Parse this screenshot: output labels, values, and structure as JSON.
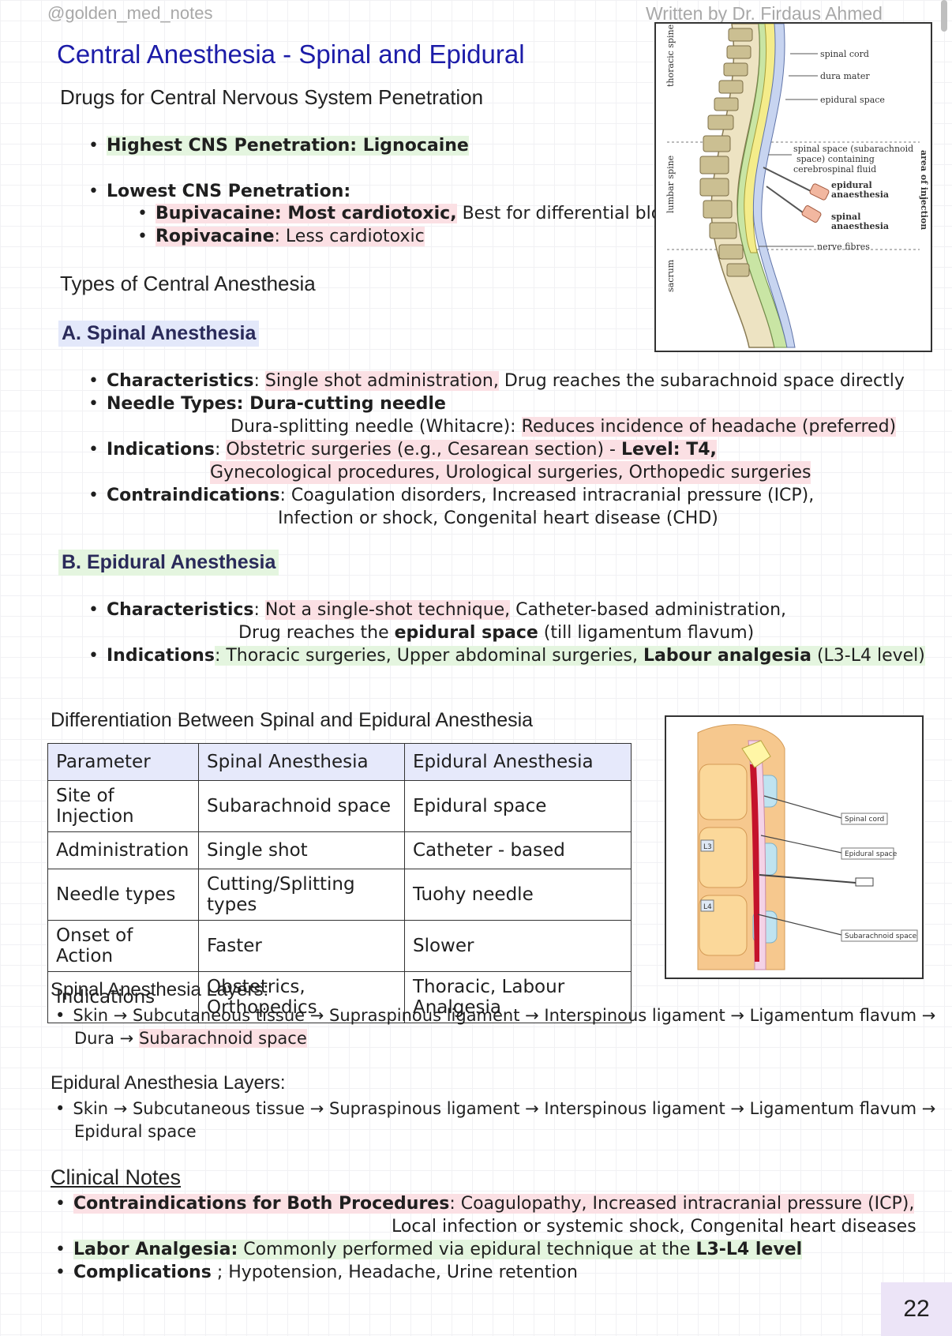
{
  "header": {
    "handle": "@golden_med_notes",
    "author": "Written by Dr. Firdaus Ahmed"
  },
  "title": "Central Anesthesia - Spinal and Epidural",
  "drugs": {
    "heading": "Drugs for Central Nervous System Penetration",
    "highest_label": "Highest CNS Penetration:",
    "highest_value": "Lignocaine",
    "lowest_label": "Lowest CNS Penetration:",
    "bupi_name": "Bupivacaine:",
    "bupi_hl": "Most cardiotoxic,",
    "bupi_rest": "Best for differential block",
    "ropi_name": "Ropivacaine",
    "ropi_rest": ": Less cardiotoxic"
  },
  "types_heading": "Types of Central Anesthesia",
  "spinal": {
    "heading": "A. Spinal Anesthesia",
    "char_label": "Characteristics",
    "char_hl": "Single shot administration,",
    "char_rest": "Drug reaches the subarachnoid space directly",
    "needle_label": "Needle Types:",
    "needle_1": "Dura-cutting needle",
    "needle_2a": "Dura-splitting needle (Whitacre):",
    "needle_2b": "Reduces incidence of headache (preferred)",
    "ind_label": "Indications",
    "ind_1": "Obstetric surgeries (e.g., Cesarean section) -",
    "ind_level": "Level: T4,",
    "ind_2": "Gynecological procedures, Urological surgeries, Orthopedic surgeries",
    "contra_label": "Contraindications",
    "contra_1": ": Coagulation disorders, Increased intracranial pressure (ICP),",
    "contra_2": "Infection or shock, Congenital heart disease (CHD)"
  },
  "epidural": {
    "heading": "B. Epidural Anesthesia",
    "char_label": "Characteristics",
    "char_hl": "Not a single-shot technique,",
    "char_rest": "Catheter-based administration,",
    "char_2a": "Drug reaches the",
    "char_2b": "epidural space",
    "char_2c": "(till ligamentum flavum)",
    "ind_label": "Indications",
    "ind_1": ": Thoracic surgeries, Upper abdominal surgeries,",
    "ind_2": "Labour analgesia",
    "ind_3": "(L3-L4 level)"
  },
  "diff": {
    "heading": "Differentiation Between Spinal and Epidural Anesthesia",
    "headers": [
      "Parameter",
      "Spinal Anesthesia",
      "Epidural Anesthesia"
    ],
    "rows": [
      [
        "Site of Injection",
        "Subarachnoid space",
        "Epidural space"
      ],
      [
        "Administration",
        "Single shot",
        "Catheter - based"
      ],
      [
        "Needle types",
        "Cutting/Splitting types",
        "Tuohy needle"
      ],
      [
        "Onset of Action",
        "Faster",
        "Slower"
      ],
      [
        "Indications",
        "Obstetrics, Orthopedics",
        "Thoracic, Labour Analgesia"
      ]
    ]
  },
  "layers": {
    "spinal_heading": "Spinal Anesthesia Layers:",
    "spinal_1": "Skin → Subcutaneous tissue → Supraspinous ligament → Interspinous ligament → Ligamentum flavum →",
    "spinal_2a": "Dura →",
    "spinal_2b": "Subarachnoid space",
    "epi_heading": "Epidural Anesthesia Layers:",
    "epi_1": "Skin → Subcutaneous tissue → Supraspinous ligament → Interspinous ligament → Ligamentum flavum →",
    "epi_2": "Epidural space"
  },
  "clinical": {
    "heading": "Clinical Notes",
    "contra_label": "Contraindications for Both Procedures",
    "contra_1": ": Coagulopathy, Increased intracranial pressure (ICP),",
    "contra_2": "Local infection or systemic shock, Congenital heart diseases (CHD)",
    "labor_label": "Labor Analgesia:",
    "labor_text": "Commonly performed via epidural technique at the",
    "labor_level": "L3-L4 level",
    "comp_label": "Complications",
    "comp_text": "; Hypotension, Headache, Urine retention"
  },
  "figure1": {
    "thoracic": "thoracic spine",
    "lumbar": "lumbar spine",
    "sacrum": "sacrum",
    "area": "area of injection",
    "spinal_cord": "spinal cord",
    "dura": "dura mater",
    "epidural_space": "epidural space",
    "sub_1": "spinal space (subarachnoid",
    "sub_2": "space) containing",
    "sub_3": "cerebrospinal fluid",
    "epi_a1": "epidural",
    "epi_a2": "anaesthesia",
    "sp_a1": "spinal",
    "sp_a2": "anaesthesia",
    "nerve": "nerve fibres"
  },
  "figure2": {
    "cord": "Spinal cord",
    "epi": "Epidural space",
    "sub": "Subarachnoid space",
    "l3": "L3",
    "l4": "L4"
  },
  "page_number": "22"
}
